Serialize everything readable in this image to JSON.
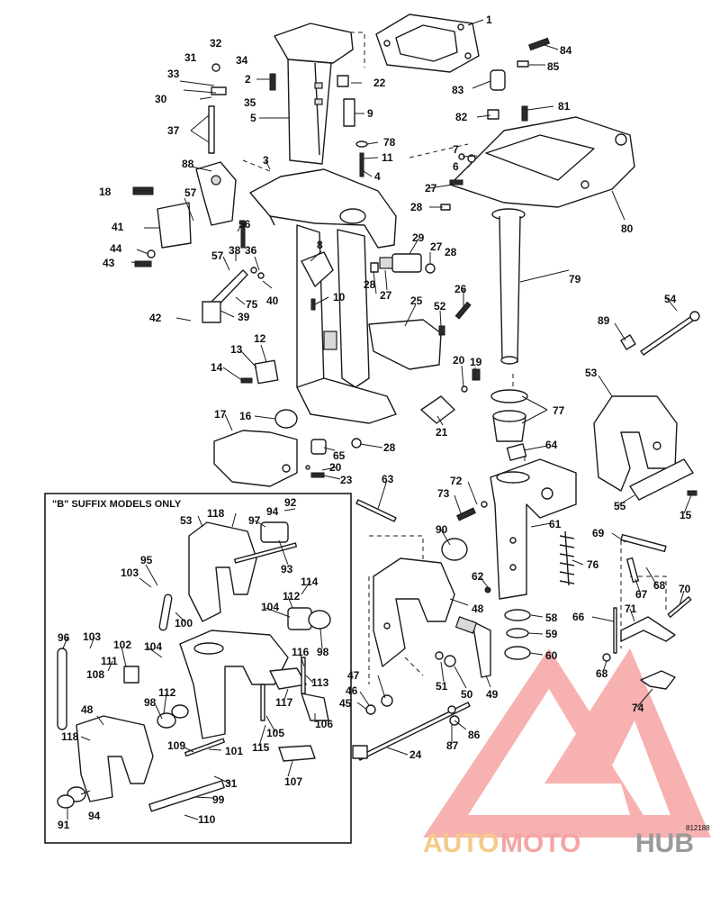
{
  "inset": {
    "title": "\"B\" SUFFIX MODELS ONLY"
  },
  "drawing_code": "812188",
  "watermark": {
    "part1": "AUTO",
    "part2": "MOTO",
    "part3": "HUB",
    "colors": {
      "auto": "#f6c98a",
      "moto": "#f4a4a4",
      "hub": "#9a9a9a",
      "logo": "#f08080"
    }
  },
  "callouts": [
    {
      "id": "c1",
      "text": "1"
    },
    {
      "id": "c2",
      "text": "2"
    },
    {
      "id": "c3",
      "text": "3"
    },
    {
      "id": "c4",
      "text": "4"
    },
    {
      "id": "c5",
      "text": "5"
    },
    {
      "id": "c6",
      "text": "6"
    },
    {
      "id": "c7",
      "text": "7"
    },
    {
      "id": "c8",
      "text": "8"
    },
    {
      "id": "c9",
      "text": "9"
    },
    {
      "id": "c10",
      "text": "10"
    },
    {
      "id": "c11",
      "text": "11"
    },
    {
      "id": "c12",
      "text": "12"
    },
    {
      "id": "c13",
      "text": "13"
    },
    {
      "id": "c14",
      "text": "14"
    },
    {
      "id": "c15",
      "text": "15"
    },
    {
      "id": "c16",
      "text": "16"
    },
    {
      "id": "c17",
      "text": "17"
    },
    {
      "id": "c18",
      "text": "18"
    },
    {
      "id": "c19",
      "text": "19"
    },
    {
      "id": "c20a",
      "text": "20"
    },
    {
      "id": "c20b",
      "text": "20"
    },
    {
      "id": "c21",
      "text": "21"
    },
    {
      "id": "c22",
      "text": "22"
    },
    {
      "id": "c23",
      "text": "23"
    },
    {
      "id": "c24",
      "text": "24"
    },
    {
      "id": "c25",
      "text": "25"
    },
    {
      "id": "c26",
      "text": "26"
    },
    {
      "id": "c27a",
      "text": "27"
    },
    {
      "id": "c27b",
      "text": "27"
    },
    {
      "id": "c27c",
      "text": "27"
    },
    {
      "id": "c28a",
      "text": "28"
    },
    {
      "id": "c28b",
      "text": "28"
    },
    {
      "id": "c28c",
      "text": "28"
    },
    {
      "id": "c28d",
      "text": "28"
    },
    {
      "id": "c29",
      "text": "29"
    },
    {
      "id": "c30",
      "text": "30"
    },
    {
      "id": "c31a",
      "text": "31"
    },
    {
      "id": "c31b",
      "text": "31"
    },
    {
      "id": "c32",
      "text": "32"
    },
    {
      "id": "c33",
      "text": "33"
    },
    {
      "id": "c34",
      "text": "34"
    },
    {
      "id": "c35",
      "text": "35"
    },
    {
      "id": "c36",
      "text": "36"
    },
    {
      "id": "c37",
      "text": "37"
    },
    {
      "id": "c38",
      "text": "38"
    },
    {
      "id": "c39",
      "text": "39"
    },
    {
      "id": "c40",
      "text": "40"
    },
    {
      "id": "c41",
      "text": "41"
    },
    {
      "id": "c42",
      "text": "42"
    },
    {
      "id": "c43",
      "text": "43"
    },
    {
      "id": "c44",
      "text": "44"
    },
    {
      "id": "c45",
      "text": "45"
    },
    {
      "id": "c46",
      "text": "46"
    },
    {
      "id": "c47",
      "text": "47"
    },
    {
      "id": "c48a",
      "text": "48"
    },
    {
      "id": "c48b",
      "text": "48"
    },
    {
      "id": "c49",
      "text": "49"
    },
    {
      "id": "c50",
      "text": "50"
    },
    {
      "id": "c51",
      "text": "51"
    },
    {
      "id": "c52",
      "text": "52"
    },
    {
      "id": "c53a",
      "text": "53"
    },
    {
      "id": "c53b",
      "text": "53"
    },
    {
      "id": "c54",
      "text": "54"
    },
    {
      "id": "c55",
      "text": "55"
    },
    {
      "id": "c56",
      "text": "56"
    },
    {
      "id": "c57a",
      "text": "57"
    },
    {
      "id": "c57b",
      "text": "57"
    },
    {
      "id": "c58",
      "text": "58"
    },
    {
      "id": "c59",
      "text": "59"
    },
    {
      "id": "c60",
      "text": "60"
    },
    {
      "id": "c61",
      "text": "61"
    },
    {
      "id": "c62",
      "text": "62"
    },
    {
      "id": "c63",
      "text": "63"
    },
    {
      "id": "c64",
      "text": "64"
    },
    {
      "id": "c65",
      "text": "65"
    },
    {
      "id": "c66",
      "text": "66"
    },
    {
      "id": "c67",
      "text": "67"
    },
    {
      "id": "c68a",
      "text": "68"
    },
    {
      "id": "c68b",
      "text": "68"
    },
    {
      "id": "c69",
      "text": "69"
    },
    {
      "id": "c70",
      "text": "70"
    },
    {
      "id": "c71",
      "text": "71"
    },
    {
      "id": "c72",
      "text": "72"
    },
    {
      "id": "c73",
      "text": "73"
    },
    {
      "id": "c74",
      "text": "74"
    },
    {
      "id": "c75",
      "text": "75"
    },
    {
      "id": "c76",
      "text": "76"
    },
    {
      "id": "c77",
      "text": "77"
    },
    {
      "id": "c78",
      "text": "78"
    },
    {
      "id": "c79",
      "text": "79"
    },
    {
      "id": "c80",
      "text": "80"
    },
    {
      "id": "c81",
      "text": "81"
    },
    {
      "id": "c82",
      "text": "82"
    },
    {
      "id": "c83",
      "text": "83"
    },
    {
      "id": "c84",
      "text": "84"
    },
    {
      "id": "c85",
      "text": "85"
    },
    {
      "id": "c86",
      "text": "86"
    },
    {
      "id": "c87",
      "text": "87"
    },
    {
      "id": "c88",
      "text": "88"
    },
    {
      "id": "c89",
      "text": "89"
    },
    {
      "id": "c90",
      "text": "90"
    },
    {
      "id": "c91",
      "text": "91"
    },
    {
      "id": "c92",
      "text": "92"
    },
    {
      "id": "c93",
      "text": "93"
    },
    {
      "id": "c94a",
      "text": "94"
    },
    {
      "id": "c94b",
      "text": "94"
    },
    {
      "id": "c95",
      "text": "95"
    },
    {
      "id": "c96",
      "text": "96"
    },
    {
      "id": "c97",
      "text": "97"
    },
    {
      "id": "c98a",
      "text": "98"
    },
    {
      "id": "c98b",
      "text": "98"
    },
    {
      "id": "c99",
      "text": "99"
    },
    {
      "id": "c100",
      "text": "100"
    },
    {
      "id": "c101",
      "text": "101"
    },
    {
      "id": "c102",
      "text": "102"
    },
    {
      "id": "c103a",
      "text": "103"
    },
    {
      "id": "c103b",
      "text": "103"
    },
    {
      "id": "c104a",
      "text": "104"
    },
    {
      "id": "c104b",
      "text": "104"
    },
    {
      "id": "c105",
      "text": "105"
    },
    {
      "id": "c106",
      "text": "106"
    },
    {
      "id": "c107",
      "text": "107"
    },
    {
      "id": "c108",
      "text": "108"
    },
    {
      "id": "c109",
      "text": "109"
    },
    {
      "id": "c110",
      "text": "110"
    },
    {
      "id": "c111",
      "text": "111"
    },
    {
      "id": "c112a",
      "text": "112"
    },
    {
      "id": "c112b",
      "text": "112"
    },
    {
      "id": "c113",
      "text": "113"
    },
    {
      "id": "c114",
      "text": "114"
    },
    {
      "id": "c115",
      "text": "115"
    },
    {
      "id": "c116",
      "text": "116"
    },
    {
      "id": "c117",
      "text": "117"
    },
    {
      "id": "c118a",
      "text": "118"
    },
    {
      "id": "c118b",
      "text": "118"
    }
  ]
}
